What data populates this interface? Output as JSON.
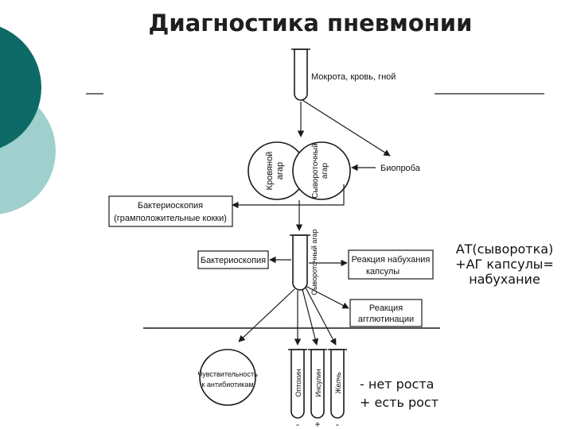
{
  "title": "Диагностика пневмонии",
  "colors": {
    "dark_teal": "#0e6a67",
    "light_teal": "#9fd0cd",
    "line": "#1a1a1a"
  },
  "diagram": {
    "specimen": "Мокрота, кровь, гной",
    "blood_agar": [
      "Кровяной",
      "агар"
    ],
    "serum_agar": [
      "Сывороточный",
      "агар"
    ],
    "bioassay": "Биопроба",
    "bacterioscopy_1": [
      "Бактериоскопия",
      "(грамположительные кокки)"
    ],
    "serum_agar_tube": "Сывороточный агар",
    "bacterioscopy_2": "Бактериоскопия",
    "capsule_swelling": [
      "Реакция набухания",
      "капсулы"
    ],
    "agglutination": [
      "Реакция",
      "агглютинации"
    ],
    "antibiotic_sensitivity": [
      "Чувствительность",
      "к антибиотикам"
    ],
    "tubes": [
      "Оптохин",
      "Инсулин",
      "Желчь"
    ],
    "tube_results": [
      "-",
      "+",
      "-"
    ]
  },
  "notes": {
    "at_lines": [
      "АТ(сыворотка)",
      "+АГ капсулы=",
      "набухание"
    ],
    "legend_lines": [
      "- нет роста",
      "+ есть рост"
    ]
  }
}
